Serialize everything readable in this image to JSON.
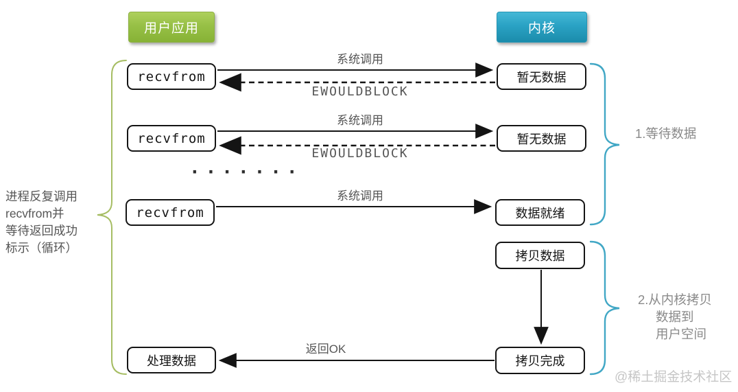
{
  "headers": {
    "user_app": "用户应用",
    "kernel": "内核"
  },
  "flow": {
    "recvfrom_1": "recvfrom",
    "no_data_1": "暂无数据",
    "syscall_1": "系统调用",
    "ewouldblock_1": "EWOULDBLOCK",
    "recvfrom_2": "recvfrom",
    "no_data_2": "暂无数据",
    "syscall_2": "系统调用",
    "ewouldblock_2": "EWOULDBLOCK",
    "ellipsis": "·······",
    "recvfrom_3": "recvfrom",
    "syscall_3": "系统调用",
    "data_ready": "数据就绪",
    "copy_data": "拷贝数据",
    "copy_done": "拷贝完成",
    "return_ok": "返回OK",
    "process_data": "处理数据"
  },
  "annotations": {
    "left_note": {
      "line1": "进程反复调用",
      "line2": "recvfrom并",
      "line3": "等待返回成功",
      "line4": "标示（循环）"
    },
    "phase1": "1.等待数据",
    "phase2": {
      "line1": "2.从内核拷贝",
      "line2": "数据到",
      "line3": "用户空间"
    },
    "watermark": "@稀土掘金技术社区"
  },
  "colors": {
    "user_app_green": "#97c046",
    "kernel_teal": "#2aa2c4",
    "brace_green": "#a6bd63",
    "brace_teal": "#41a7c5",
    "arrow_black": "#141414",
    "label_gray": "#565656",
    "phase_gray": "#8a8a8a",
    "watermark_gray": "#c6c6c6"
  }
}
